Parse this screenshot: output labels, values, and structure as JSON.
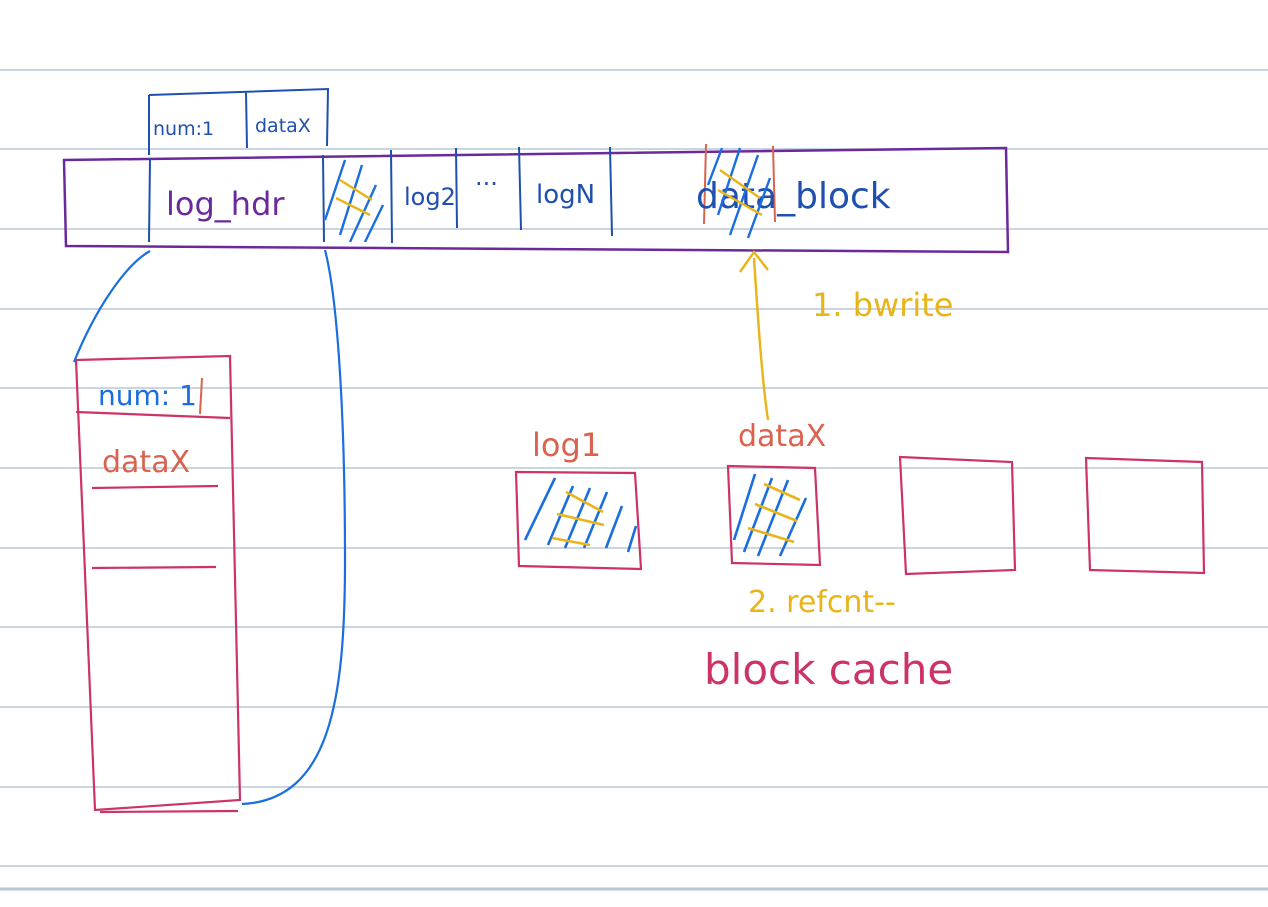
{
  "colors": {
    "rule": "#b9c7d6",
    "purple": "#6a2a9c",
    "blue": "#1f4fb0",
    "bright_blue": "#1a6ee0",
    "red": "#cc3366",
    "salmon": "#d9634f",
    "yellow": "#e9b418"
  },
  "log_header_tag": {
    "num": "num:1",
    "data": "dataX"
  },
  "disk_log": {
    "log_hdr": "log_hdr",
    "log2": "log2",
    "ellipsis": "···",
    "logN": "logN",
    "data_block": "data_block"
  },
  "header_detail": {
    "num": "num: 1",
    "entry": "dataX"
  },
  "block_cache": {
    "title": "block cache",
    "labels": [
      "log1",
      "dataX"
    ]
  },
  "steps": {
    "bwrite": "1. bwrite",
    "refcnt": "2. refcnt--"
  }
}
